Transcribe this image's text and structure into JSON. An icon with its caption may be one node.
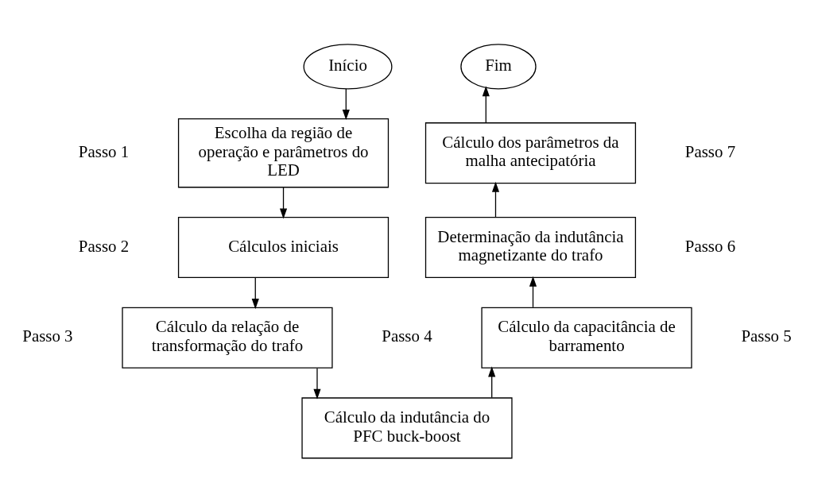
{
  "diagram": {
    "nodes": [
      {
        "text": [
          "Início"
        ]
      },
      {
        "text": [
          "Escolha da região de operação e parâmetros do LED"
        ],
        "beside": [
          "Passo 1"
        ]
      },
      {
        "text": [
          "Cálculos iniciais"
        ],
        "beside": [
          "Passo 2"
        ]
      },
      {
        "text": [
          "Cálculo da relação de transformação do trafo"
        ],
        "beside": [
          "Passo 3"
        ]
      },
      {
        "text": [
          "Cálculo da indutância do PFC buck-boost"
        ],
        "beside": [
          "Passo 4"
        ]
      },
      {
        "text": [
          "Cálculo da capacitância de barramento"
        ],
        "beside": [
          "Passo 5"
        ]
      },
      {
        "text": [
          "Determinação da indutância magnetizante do trafo"
        ],
        "beside": [
          "Passo 6"
        ]
      },
      {
        "text": [
          "Cálculo dos parâmetros da malha antecipatória"
        ],
        "beside": [
          "Passo 7"
        ]
      },
      {
        "text": [
          "Fim"
        ]
      }
    ],
    "edges": [
      {
        "from": 0,
        "to": 1,
        "arrow": "to"
      },
      {
        "from": 1,
        "to": 2,
        "arrow": "to"
      },
      {
        "from": 2,
        "to": 3,
        "arrow": "to"
      },
      {
        "from": 3,
        "to": 4,
        "arrow": "to"
      },
      {
        "from": 4,
        "to": 5,
        "arrow": "to"
      },
      {
        "from": 5,
        "to": 6,
        "arrow": "to"
      },
      {
        "from": 6,
        "to": 7,
        "arrow": "to"
      },
      {
        "from": 7,
        "to": 8,
        "arrow": "to"
      }
    ]
  }
}
